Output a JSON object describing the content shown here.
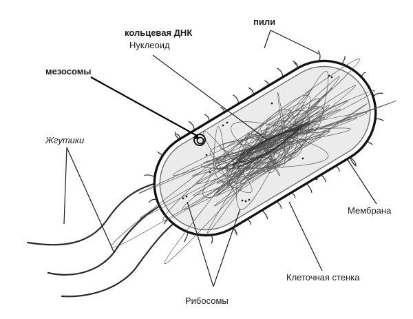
{
  "diagram": {
    "labels": {
      "ring_dna": "кольцевая ДНК",
      "nucleoid": "Нуклеоид",
      "pili": "пили",
      "mesosomes": "мезосомы",
      "flagella": "Жгутики",
      "membrane": "Мембрана",
      "cell_wall": "Клеточная стенка",
      "ribosomes": "Рибосомы"
    }
  }
}
